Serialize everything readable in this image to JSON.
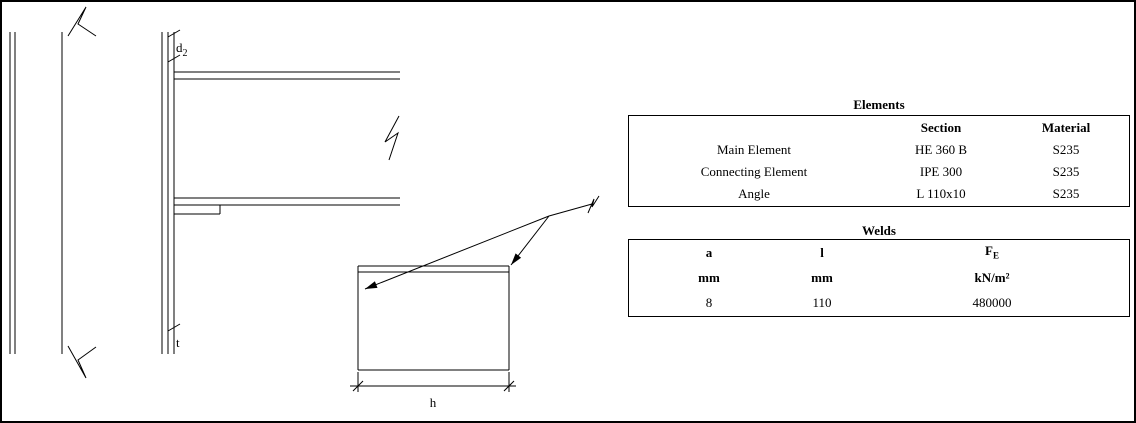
{
  "drawing": {
    "labels": {
      "d2_base": "d",
      "d2_sub": "2",
      "t": "t",
      "h": "h"
    }
  },
  "tables": {
    "elements": {
      "title": "Elements",
      "col_headers": [
        "",
        "Section",
        "Material"
      ],
      "rows": [
        {
          "name": "Main Element",
          "section": "HE 360 B",
          "material": "S235"
        },
        {
          "name": "Connecting Element",
          "section": "IPE 300",
          "material": "S235"
        },
        {
          "name": "Angle",
          "section": "L 110x10",
          "material": "S235"
        }
      ]
    },
    "welds": {
      "title": "Welds",
      "headers": {
        "a": "a",
        "l": "l",
        "f_base": "F",
        "f_sub": "E"
      },
      "units": {
        "a": "mm",
        "l": "mm",
        "f": "kN/m²"
      },
      "values": {
        "a": "8",
        "l": "110",
        "f": "480000"
      }
    }
  },
  "colors": {
    "line": "#000000",
    "background": "#ffffff"
  }
}
